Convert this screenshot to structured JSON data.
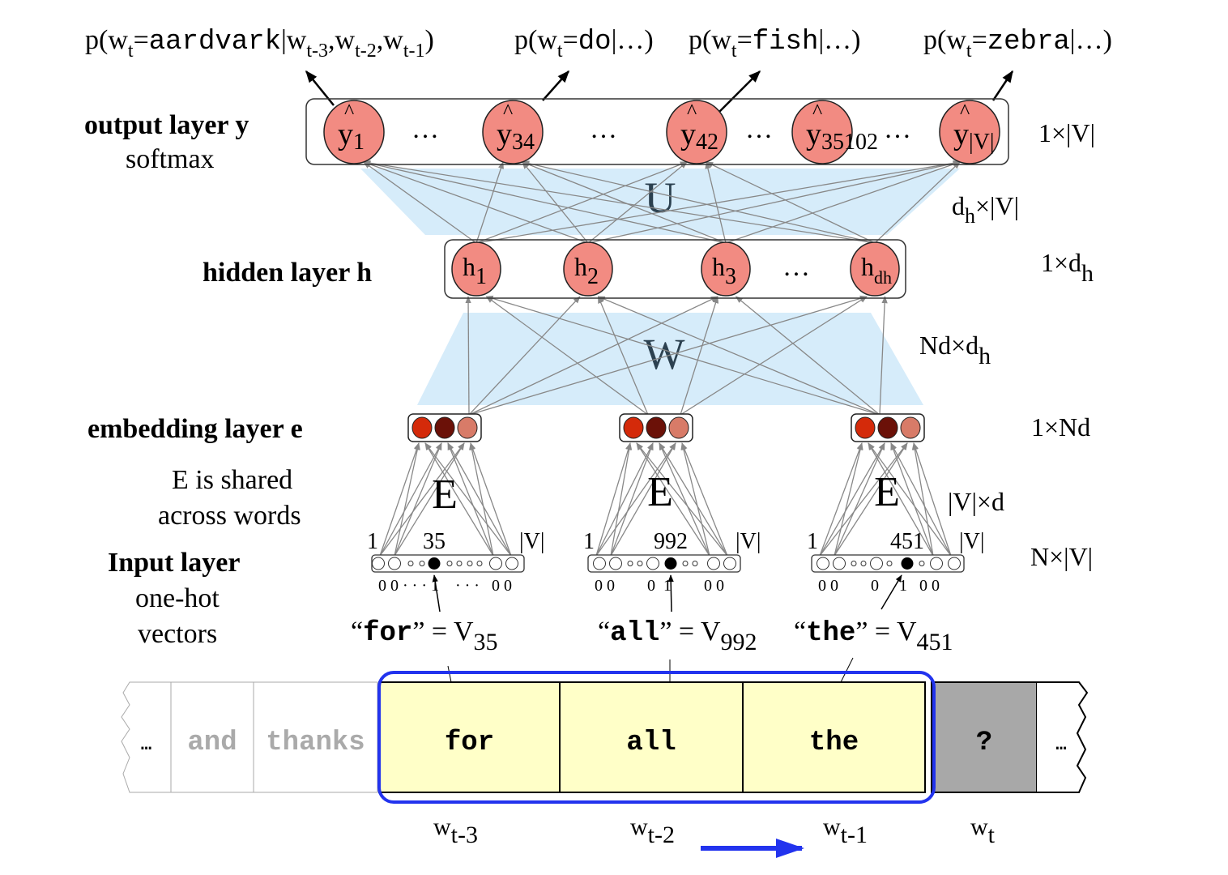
{
  "probabilities": [
    {
      "p": "p(w",
      "t": "t",
      "eq": "=",
      "word": "aardvark",
      "bar": "|w",
      "s1": "t-3",
      "c1": ",w",
      "s2": "t-2",
      "c2": ",w",
      "s3": "t-1",
      "end": ")"
    },
    {
      "p": "p(w",
      "t": "t",
      "eq": "=",
      "word": "do",
      "rest": "|…)"
    },
    {
      "p": "p(w",
      "t": "t",
      "eq": "=",
      "word": "fish",
      "rest": "|…)"
    },
    {
      "p": "p(w",
      "t": "t",
      "eq": "=",
      "word": "zebra",
      "rest": "|…)"
    }
  ],
  "layers": {
    "output": {
      "title": "output layer y",
      "subtitle": "softmax",
      "dim": "1×|V|"
    },
    "U": {
      "label": "U",
      "dim_main": "d",
      "dim_sub": "h",
      "dim_rest": "×|V|"
    },
    "hidden": {
      "title": "hidden layer h",
      "dim_main": "1×d",
      "dim_sub": "h"
    },
    "W": {
      "label": "W",
      "dim_main": "Nd×d",
      "dim_sub": "h"
    },
    "embedding": {
      "title": "embedding layer e",
      "dim": "1×Nd"
    },
    "E": {
      "label": "E",
      "note_line1": "E is shared",
      "note_line2": "across words",
      "dim": "|V|×d"
    },
    "input": {
      "title": "Input layer",
      "sub1": "one-hot",
      "sub2": "vectors",
      "dim": "N×|V|"
    }
  },
  "output_nodes": [
    {
      "base": "y",
      "hat": "^",
      "sub": "1"
    },
    {
      "base": "y",
      "hat": "^",
      "sub": "34"
    },
    {
      "base": "y",
      "hat": "^",
      "sub": "42"
    },
    {
      "base": "y",
      "hat": "^",
      "sub": "35102"
    },
    {
      "base": "y",
      "hat": "^",
      "sub": "|V|"
    }
  ],
  "hidden_nodes": [
    {
      "base": "h",
      "sub": "1"
    },
    {
      "base": "h",
      "sub": "2"
    },
    {
      "base": "h",
      "sub": "3"
    },
    {
      "base": "h",
      "sub": "dh"
    }
  ],
  "ellipsis": "…",
  "embedding_colors": [
    "#d42a0a",
    "#6b1108",
    "#d87b68"
  ],
  "node_color": "#f28b82",
  "matrix_color": "#d6ecfa",
  "highlight_color": "#2233ee",
  "input_vectors": [
    {
      "first": "1",
      "index": "35",
      "last": "|V|",
      "values": "0 0 · · · 1    · · ·   0 0",
      "word": "for",
      "eq": "” = V",
      "open": "“",
      "sub": "35"
    },
    {
      "first": "1",
      "index": "992",
      "last": "|V|",
      "values": "0 0        0  1        0 0",
      "word": "all",
      "eq": "” = V",
      "open": "“",
      "sub": "992"
    },
    {
      "first": "1",
      "index": "451",
      "last": "|V|",
      "values": "0 0        0     1   0 0",
      "word": "the",
      "eq": "” = V",
      "open": "“",
      "sub": "451"
    }
  ],
  "tape": {
    "cells": [
      "…",
      "and",
      "thanks",
      "for",
      "all",
      "the",
      "?",
      "…"
    ],
    "positions": [
      {
        "base": "w",
        "sub": "t-3"
      },
      {
        "base": "w",
        "sub": "t-2"
      },
      {
        "base": "w",
        "sub": "t-1"
      },
      {
        "base": "w",
        "sub": "t"
      }
    ]
  }
}
